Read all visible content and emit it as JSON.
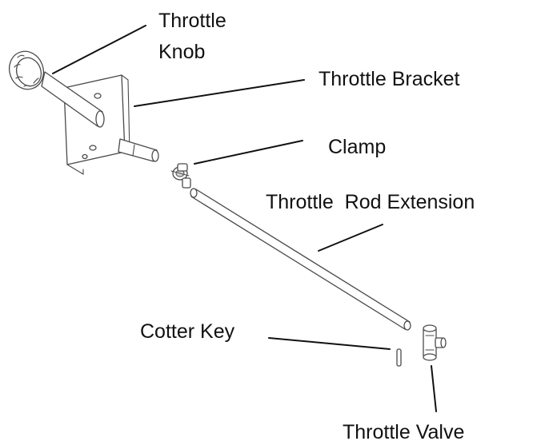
{
  "labels": {
    "throttle_knob_line1": "Throttle",
    "throttle_knob_line2": "Knob",
    "throttle_bracket": "Throttle Bracket",
    "clamp": "Clamp",
    "throttle_rod_extension": "Throttle  Rod Extension",
    "cotter_key": "Cotter Key",
    "throttle_valve": "Throttle Valve"
  },
  "colors": {
    "ink": "#111111",
    "part_outline": "#4a4a4a",
    "background": "#ffffff"
  }
}
